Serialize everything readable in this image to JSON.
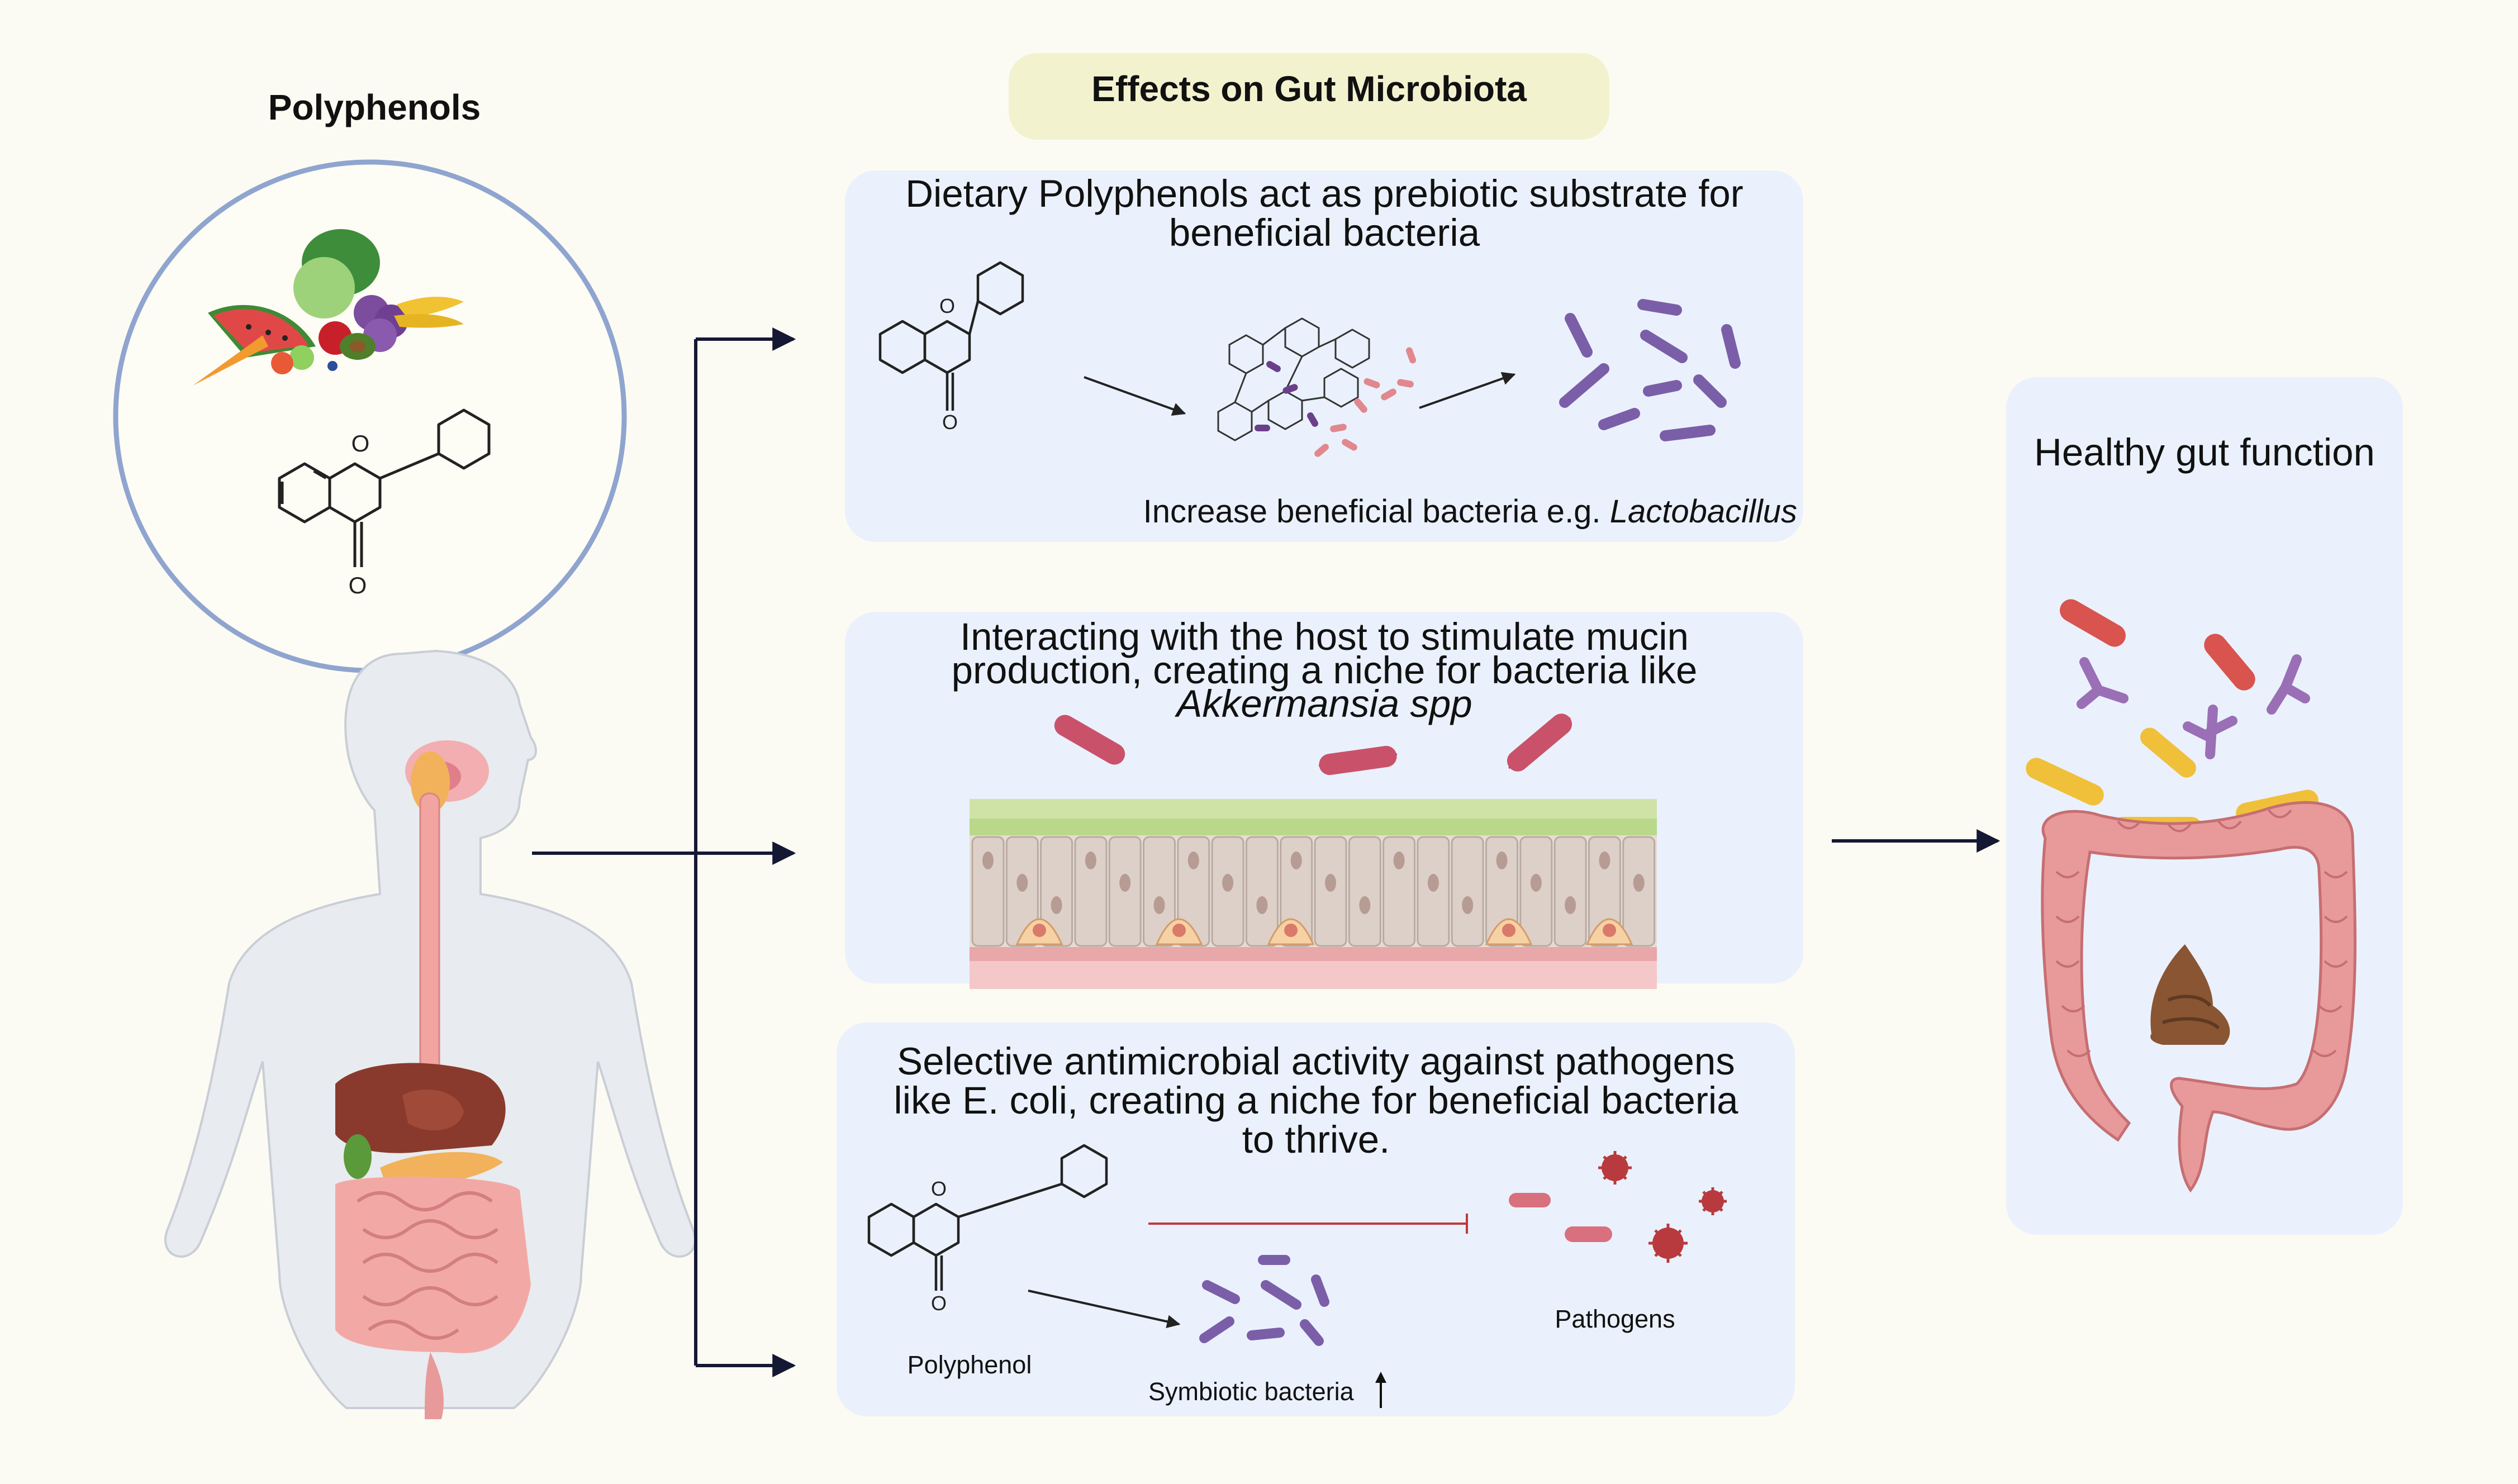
{
  "left": {
    "title": "Polyphenols"
  },
  "header": {
    "title": "Effects on Gut Microbiota"
  },
  "panel1": {
    "heading_line1": "Dietary Polyphenols act as prebiotic substrate for",
    "heading_line2": "beneficial bacteria",
    "caption_prefix": "Increase beneficial bacteria e.g.",
    "caption_italic": "Lactobacillus"
  },
  "panel2": {
    "heading_line1": "Interacting with the host to stimulate mucin",
    "heading_line2": "production, creating a niche for bacteria like",
    "heading_line3": "Akkermansia spp"
  },
  "panel3": {
    "heading_line1": "Selective antimicrobial activity against pathogens",
    "heading_line2": "like E. coli, creating a niche for beneficial bacteria",
    "heading_line3": "to thrive.",
    "label_polyphenol": "Polyphenol",
    "label_symbiotic": "Symbiotic bacteria",
    "label_pathogens": "Pathogens"
  },
  "right": {
    "title": "Healthy gut function"
  },
  "colors": {
    "background": "#fcfbf3",
    "panel": "#eaf1fc",
    "header_pill": "#f3f2cf",
    "circle_outline": "#8fa5cf",
    "arrow": "#151833",
    "bacteria_purple": "#7b5ea8",
    "bacteria_red": "#c9526a",
    "inhibit_line": "#c0393b"
  }
}
